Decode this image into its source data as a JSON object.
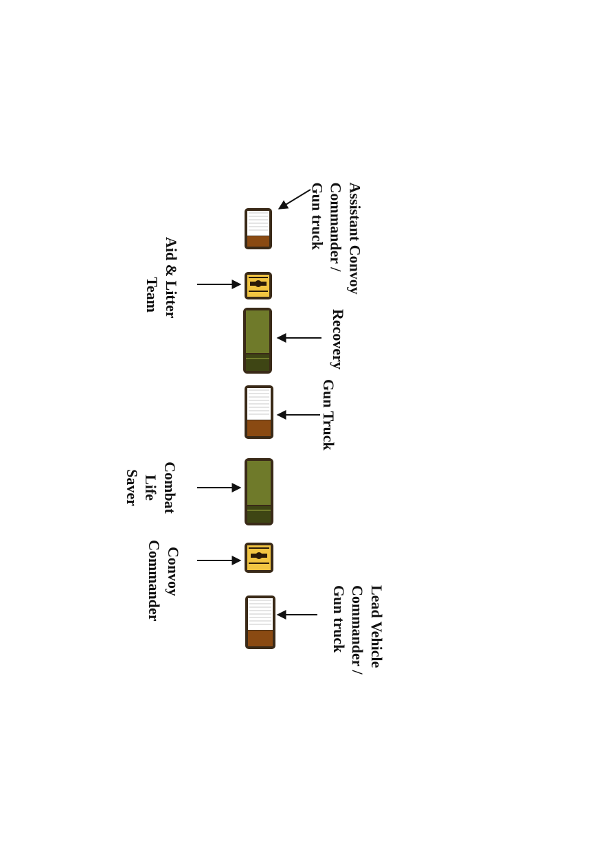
{
  "colors": {
    "gun_truck_body": "#ffffff",
    "gun_truck_cab": "#8a4a12",
    "aid_body": "#f2c542",
    "aid_mark": "#2a1a08",
    "recovery_body": "#6f7a2a",
    "recovery_cab": "#3e4514",
    "outline": "#3a2a18"
  },
  "vehicles": [
    {
      "id": "acc-gun-truck",
      "kind": "gun-truck",
      "label": "Assistant Convoy\nCommander /\nGun truck"
    },
    {
      "id": "aid-litter",
      "kind": "aid",
      "label": "Aid & Litter\nTeam"
    },
    {
      "id": "recovery",
      "kind": "recovery",
      "label": "Recovery"
    },
    {
      "id": "gun-truck",
      "kind": "gun-truck",
      "label": "Gun Truck"
    },
    {
      "id": "cls",
      "kind": "recovery",
      "label": "Combat\nLife\nSaver"
    },
    {
      "id": "convoy-commander",
      "kind": "aid",
      "label": "Convoy\nCommander"
    },
    {
      "id": "lead-vehicle",
      "kind": "gun-truck",
      "label": "Lead Vehicle\nCommander /\nGun truck"
    }
  ]
}
